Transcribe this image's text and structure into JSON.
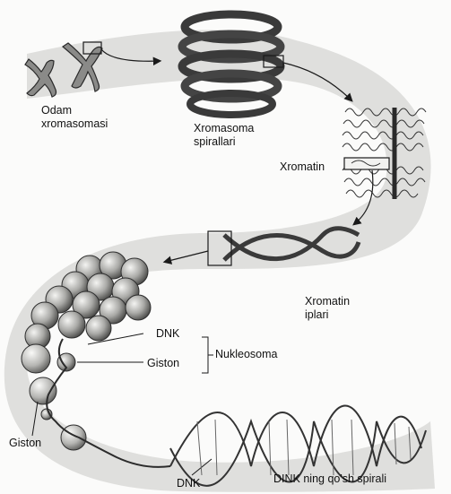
{
  "labels": {
    "odam_line1": "Odam",
    "odam_line2": "xromasomasi",
    "spiral_line1": "Xromasoma",
    "spiral_line2": "spirallari",
    "xromatin": "Xromatin",
    "iplari_line1": "Xromatin",
    "iplari_line2": "iplari",
    "dnk_top": "DNK",
    "giston_mid": "Giston",
    "nukleosoma": "Nukleosoma",
    "giston_left": "Giston",
    "dnk_bottom": "DNK",
    "double_spiral": "DINK ning qo'sh spirali"
  },
  "colors": {
    "ribbon": "#d6d6d4",
    "ink": "#1a1a1a",
    "bead": "#b9b9b6"
  }
}
